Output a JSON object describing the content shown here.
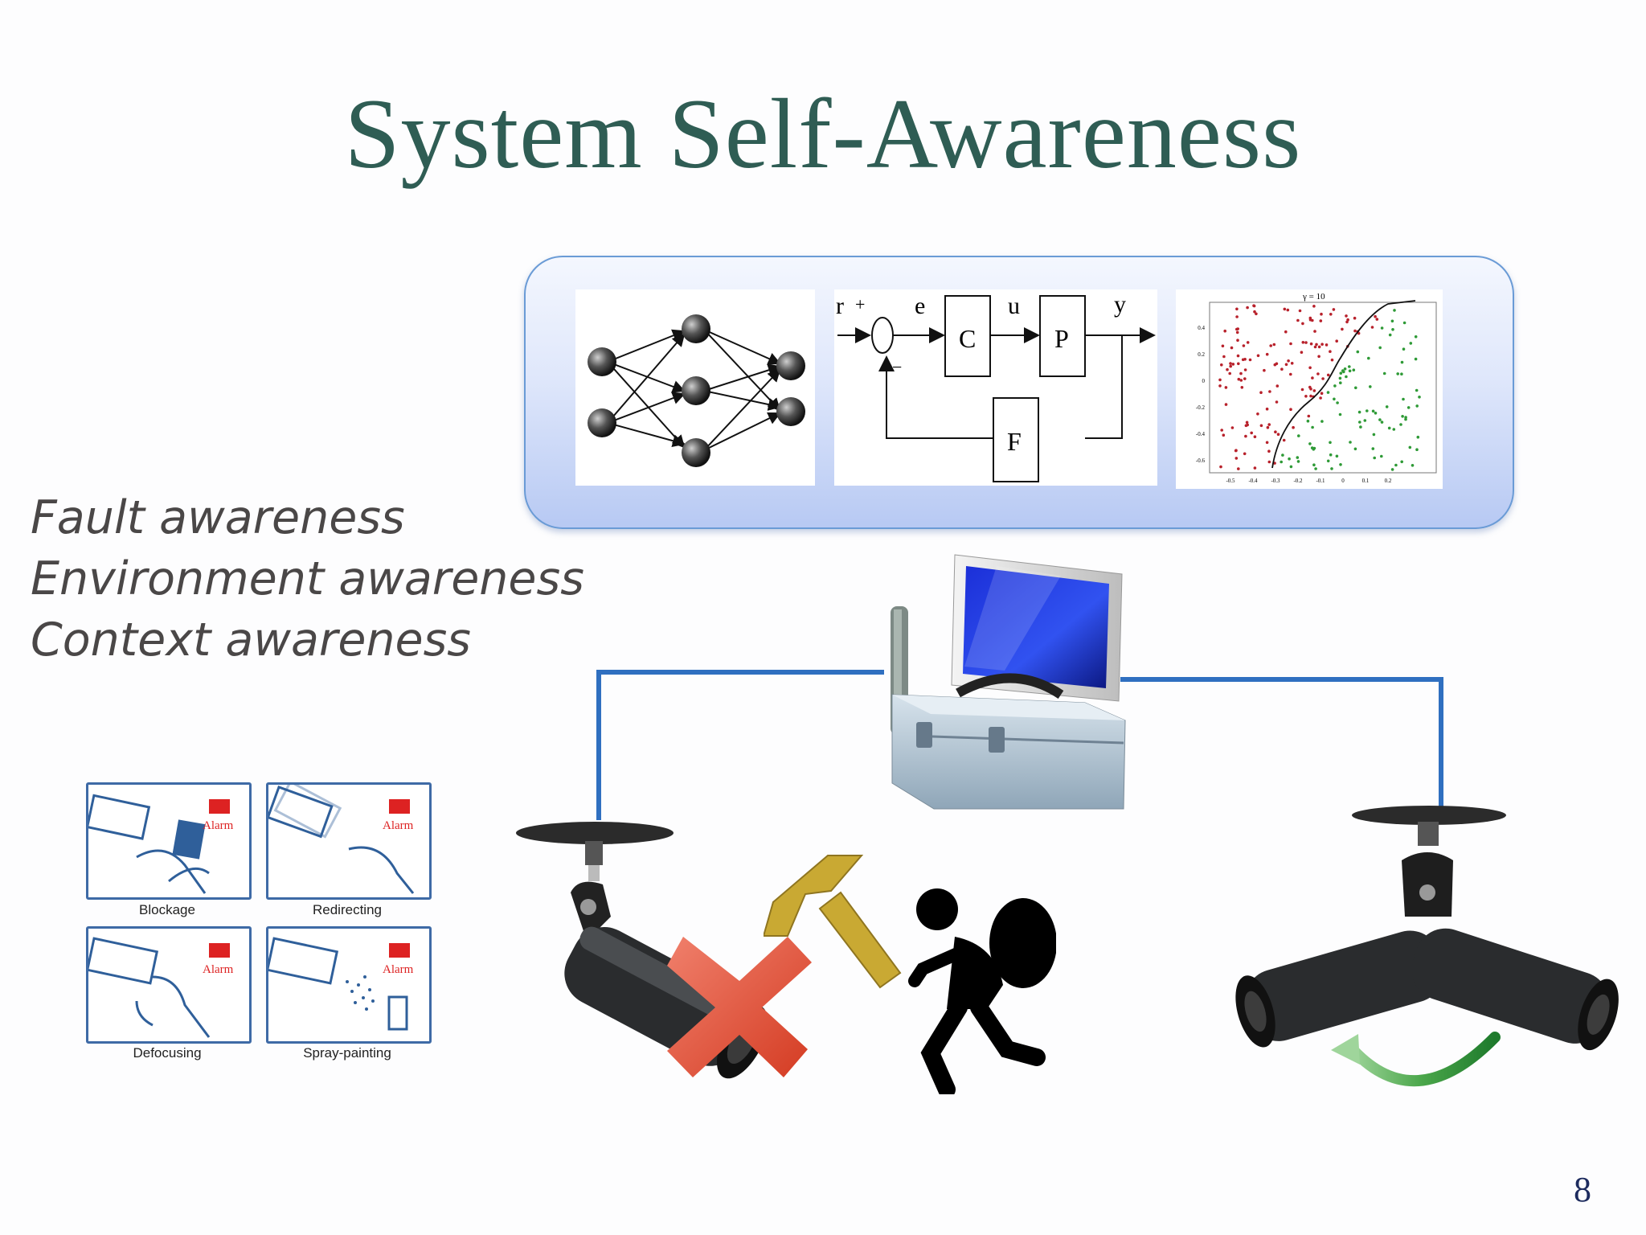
{
  "slide": {
    "title": "System Self-Awareness",
    "page_number": "8",
    "accent_color": "#2f5d54",
    "line_color": "#2f6fc0"
  },
  "awareness_items": [
    "Fault awareness",
    "Environment awareness",
    "Context awareness"
  ],
  "control_diagram": {
    "labels": {
      "r": "r",
      "plus": "+",
      "e": "e",
      "u": "u",
      "y": "y",
      "minus": "−",
      "c": "C",
      "p": "P",
      "f": "F"
    }
  },
  "scatter_plot": {
    "title": "γ = 10",
    "x_ticks": [
      "-0.5",
      "-0.4",
      "-0.3",
      "-0.2",
      "-0.1",
      "0",
      "0.1",
      "0.2"
    ],
    "y_ticks": [
      "0.4",
      "0.2",
      "0",
      "-0.2",
      "-0.4",
      "-0.6"
    ],
    "class_colors": {
      "class_a": "#b8212b",
      "class_b": "#2e9a36"
    }
  },
  "tamper_panels": [
    {
      "caption": "Blockage",
      "alarm": "Alarm"
    },
    {
      "caption": "Redirecting",
      "alarm": "Alarm"
    },
    {
      "caption": "Defocusing",
      "alarm": "Alarm"
    },
    {
      "caption": "Spray-painting",
      "alarm": "Alarm"
    }
  ],
  "icons": [
    "neural-network-icon",
    "computer-toolbox-icon",
    "security-camera-icon",
    "hammer-icon",
    "thief-icon",
    "red-x-icon",
    "rotation-arrow-icon"
  ]
}
